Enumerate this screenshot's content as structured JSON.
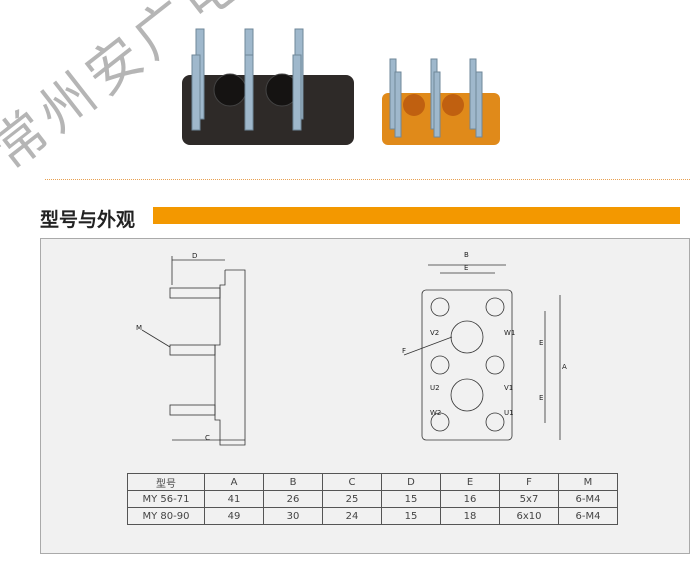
{
  "watermark": "常州安广电器",
  "section_title": "型号与外观",
  "colors": {
    "accent": "#f39800",
    "black_block": "#2e2a28",
    "orange_block": "#e08a1a"
  },
  "drawing_labels": {
    "D": "D",
    "M": "M",
    "C": "C",
    "B": "B",
    "E": "E",
    "F": "F",
    "A": "A",
    "V2": "V2",
    "W1": "W1",
    "U2": "U2",
    "V1": "V1",
    "W2": "W2",
    "U1": "U1"
  },
  "table": {
    "headers": [
      "型号",
      "A",
      "B",
      "C",
      "D",
      "E",
      "F",
      "M"
    ],
    "rows": [
      [
        "MY 56-71",
        "41",
        "26",
        "25",
        "15",
        "16",
        "5x7",
        "6-M4"
      ],
      [
        "MY 80-90",
        "49",
        "30",
        "24",
        "15",
        "18",
        "6x10",
        "6-M4"
      ]
    ]
  }
}
